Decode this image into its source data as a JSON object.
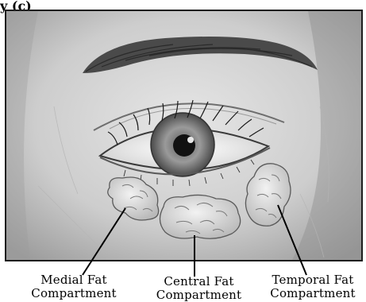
{
  "header": {
    "fragment": "y (c)"
  },
  "labels": {
    "medial": {
      "line1": "Medial Fat",
      "line2": "Compartment"
    },
    "central": {
      "line1": "Central Fat",
      "line2": "Compartment"
    },
    "temporal": {
      "line1": "Temporal Fat",
      "line2": "Compartment"
    }
  },
  "colors": {
    "skin": "#cfcfcf",
    "skin_shadow": "#a9a9a9",
    "brow": "#4a4a4a",
    "iris": "#8d8d8d",
    "pupil": "#111111",
    "fat": "#e4e4e4",
    "fat_outline": "#5a5a5a",
    "leader": "#000000"
  }
}
